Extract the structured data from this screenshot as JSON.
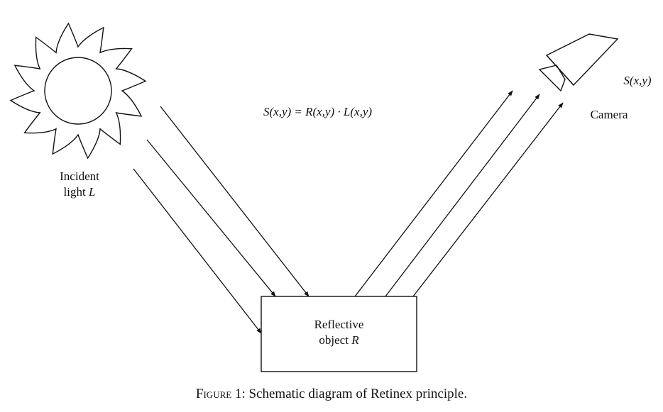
{
  "diagram": {
    "source": {
      "label_line1": "Incident",
      "label_line2_text": "light ",
      "label_line2_symbol": "L"
    },
    "object": {
      "label_line1": "Reflective",
      "label_line2_text": "object ",
      "label_line2_symbol": "R"
    },
    "camera": {
      "label": "Camera",
      "signal": "S(x,y)"
    },
    "equation": "S(x,y) = R(x,y) · L(x,y)",
    "caption": {
      "figure": "Figure 1:",
      "text": " Schematic diagram of Retinex principle."
    }
  }
}
